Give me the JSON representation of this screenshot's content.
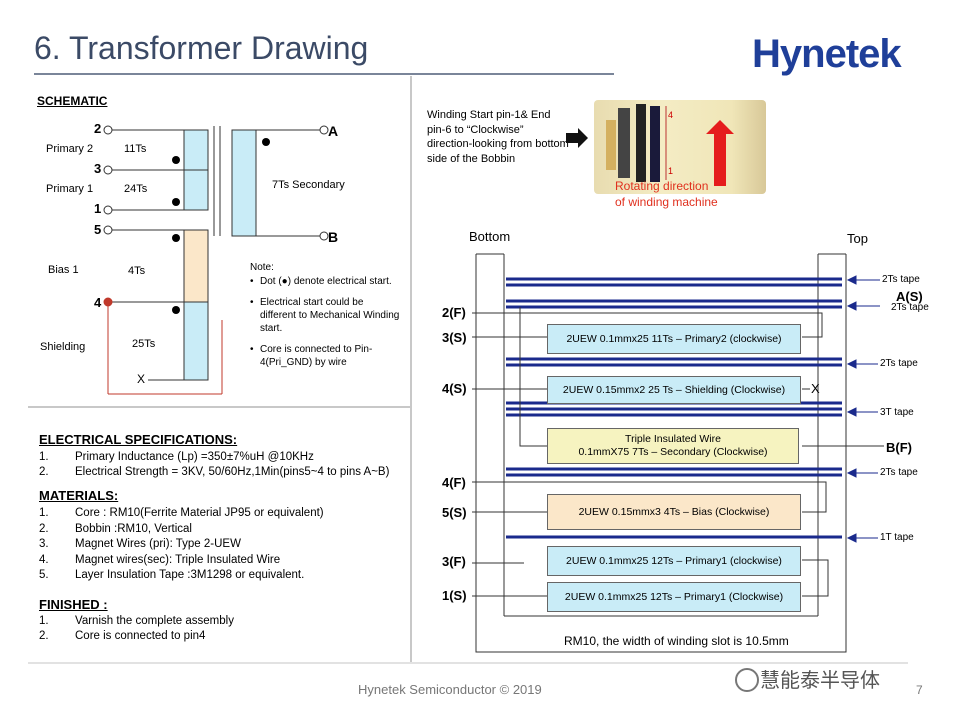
{
  "header": {
    "title": "6. Transformer Drawing",
    "logo": "Hynetek"
  },
  "schematic": {
    "heading": "SCHEMATIC",
    "pins": {
      "p2": "2",
      "p3": "3",
      "p1": "1",
      "p5": "5",
      "p4": "4",
      "pA": "A",
      "pB": "B",
      "x": "X"
    },
    "labels": {
      "primary2": "Primary 2",
      "primary2_turns": "11Ts",
      "primary1": "Primary 1",
      "primary1_turns": "24Ts",
      "bias": "Bias 1",
      "bias_turns": "4Ts",
      "shielding": "Shielding",
      "shielding_turns": "25Ts",
      "secondary": "7Ts   Secondary"
    },
    "note": {
      "title": "Note:",
      "items": [
        "Dot (●) denote electrical start.",
        "Electrical start could be different to Mechanical Winding start.",
        "Core is connected to Pin-4(Pri_GND) by wire"
      ]
    }
  },
  "specs": {
    "electrical_heading": "ELECTRICAL SPECIFICATIONS:",
    "electrical": [
      {
        "n": "1.",
        "text": "Primary Inductance (Lp) =350±7%uH @10KHz"
      },
      {
        "n": "2.",
        "text": "Electrical Strength = 3KV, 50/60Hz,1Min(pins5~4 to pins A~B)"
      }
    ],
    "materials_heading": "MATERIALS:",
    "materials": [
      {
        "n": "1.",
        "text": "Core : RM10(Ferrite Material JP95 or equivalent)"
      },
      {
        "n": "2.",
        "text": "Bobbin :RM10, Vertical"
      },
      {
        "n": "3.",
        "text": "Magnet Wires (pri): Type 2-UEW"
      },
      {
        "n": "4.",
        "text": "Magnet wires(sec): Triple Insulated Wire"
      },
      {
        "n": "5.",
        "text": "Layer Insulation Tape :3M1298 or equivalent."
      }
    ],
    "finished_heading": "FINISHED :",
    "finished": [
      {
        "n": "1.",
        "text": "Varnish the complete assembly"
      },
      {
        "n": "2.",
        "text": "Core is connected  to pin4"
      }
    ]
  },
  "winding": {
    "start_note": "Winding Start pin-1& End pin-6 to “Clockwise” direction-looking from bottom side of the Bobbin",
    "rotation_line1": "Rotating direction",
    "rotation_line2": "of winding machine",
    "photo_num_top": "4",
    "photo_num_bottom": "1",
    "bottom_label": "Bottom",
    "top_label": "Top",
    "left_pins": [
      "2(F)",
      "3(S)",
      "4(S)",
      "4(F)",
      "5(S)",
      "3(F)",
      "1(S)"
    ],
    "right_labels": {
      "a_s": "A(S)",
      "b_f": "B(F)",
      "x": "X"
    },
    "tapes": [
      "2Ts tape",
      "2Ts tape",
      "2Ts tape",
      "3T tape",
      "2Ts tape",
      "1T tape"
    ],
    "boxes": [
      "2UEW 0.1mmx25  11Ts – Primary2 (clockwise)",
      "2UEW 0.15mmx2  25 Ts – Shielding (Clockwise)",
      "Triple Insulated Wire",
      "0.1mmX75  7Ts – Secondary (Clockwise)",
      "2UEW 0.15mmx3  4Ts – Bias (Clockwise)",
      "2UEW 0.1mmx25 12Ts – Primary1 (clockwise)",
      "2UEW 0.1mmx25  12Ts – Primary1 (Clockwise)"
    ],
    "caption": "RM10, the width of winding slot is 10.5mm"
  },
  "footer": {
    "text": "Hynetek Semiconductor © 2019",
    "page": "7",
    "watermark": "慧能泰半导体"
  },
  "colors": {
    "blue_box": "#c9ecf7",
    "peach_box": "#fbe7c9",
    "yellow_box": "#f6f3c0",
    "tape": "#1a2a8c",
    "title": "#3b4a66",
    "logo": "#1f3f99"
  }
}
